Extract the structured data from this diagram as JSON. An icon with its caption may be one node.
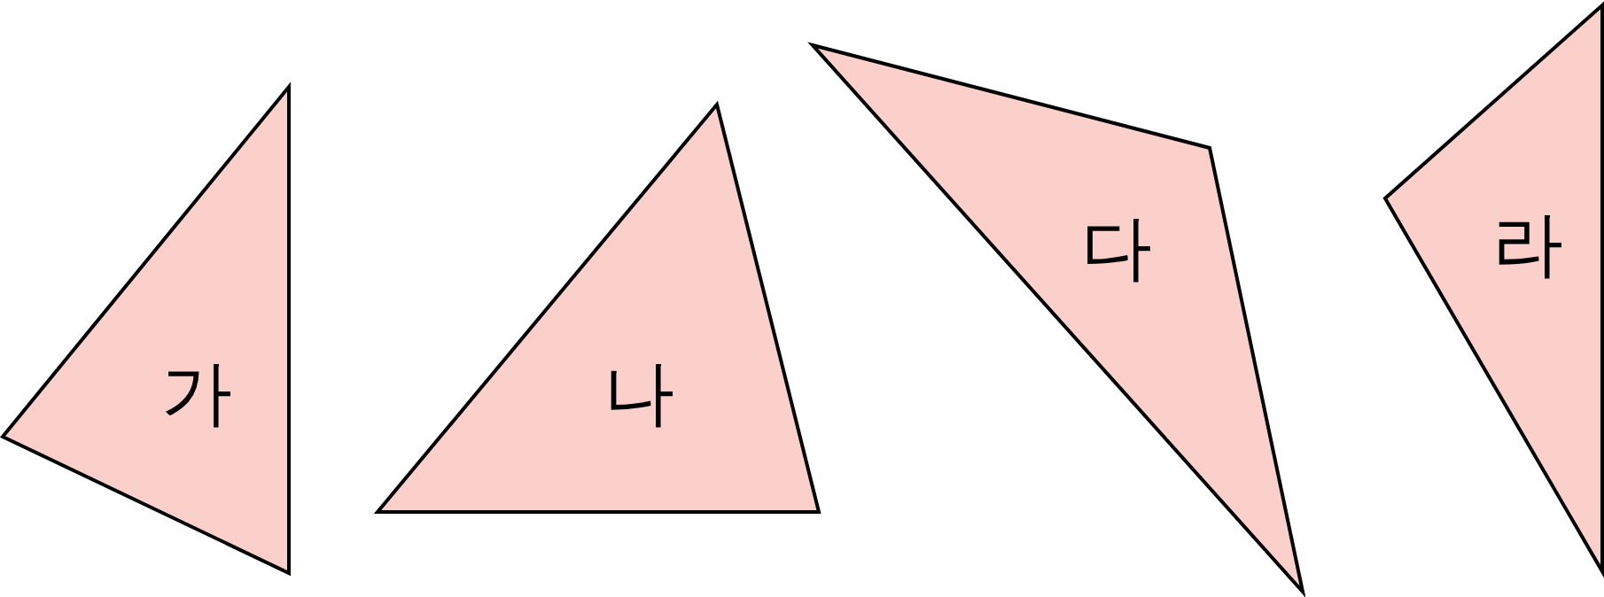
{
  "diagram": {
    "nodes": [
      {
        "text": [
          "가"
        ]
      },
      {
        "text": [
          "나"
        ]
      },
      {
        "text": [
          "다"
        ]
      },
      {
        "text": [
          "라"
        ]
      }
    ]
  }
}
